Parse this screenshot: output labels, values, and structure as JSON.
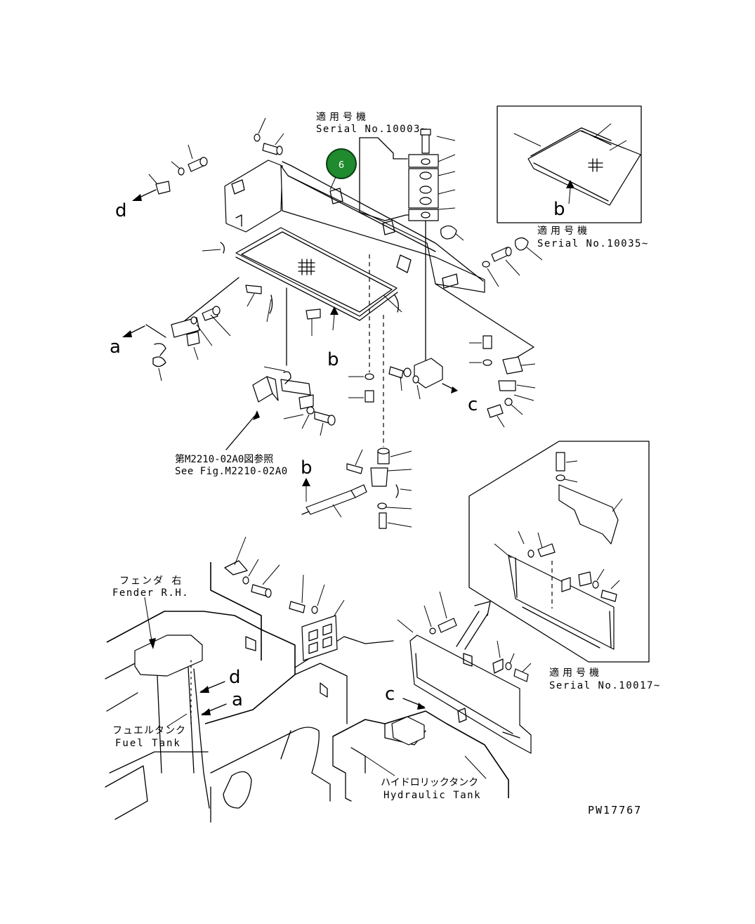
{
  "callout": {
    "number": "6",
    "color": "#1f8a2e"
  },
  "labels": {
    "serial_10003_jp": "適用号機",
    "serial_10003_en": "Serial No.10003~",
    "serial_10035_jp": "適用号機",
    "serial_10035_en": "Serial No.10035~",
    "serial_10017_jp": "適用号機",
    "serial_10017_en": "Serial No.10017~",
    "see_fig_jp": "第M2210-02A0図参照",
    "see_fig_en": "See Fig.M2210-02A0",
    "fender_jp": "フェンダ 右",
    "fender_en": "Fender R.H.",
    "fuel_jp": "フュエルタンク",
    "fuel_en": "Fuel Tank",
    "hyd_jp": "ハイドロリックタンク",
    "hyd_en": "Hydraulic Tank",
    "drawing_no": "PW17767"
  },
  "view_letters": {
    "d_top": "d",
    "a_mid": "a",
    "b_under": "b",
    "c_right": "c",
    "b_inset": "b",
    "b_lower": "b",
    "d_lower": "d",
    "a_lower": "a",
    "c_lower": "c"
  }
}
